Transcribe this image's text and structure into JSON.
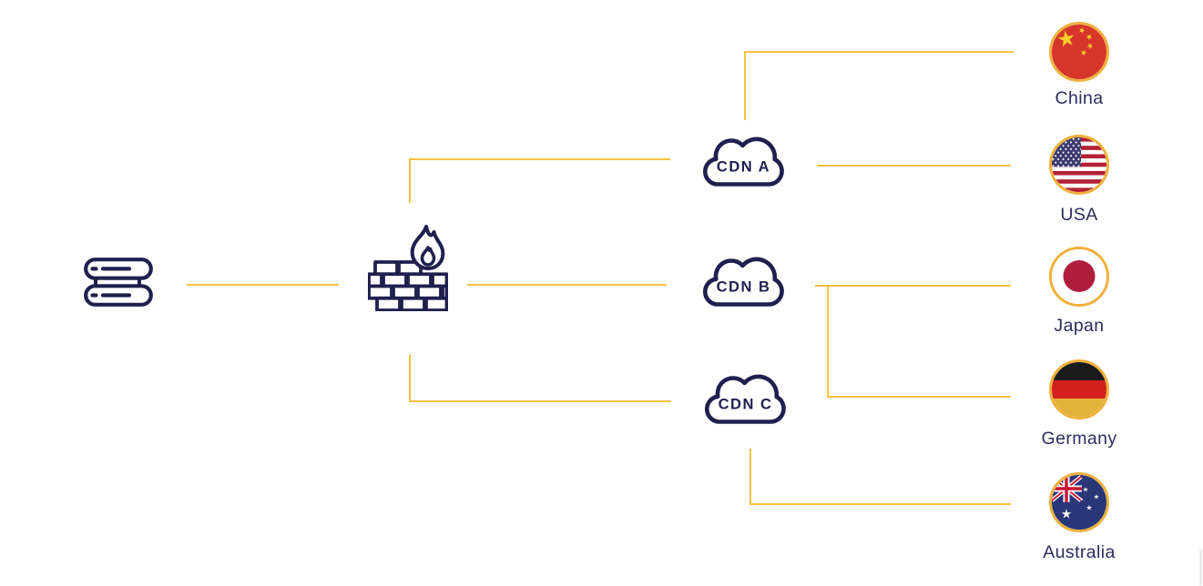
{
  "diagram": {
    "description": "CDN architecture diagram: origin server behind a firewall distributing through three CDNs to five countries",
    "colors": {
      "navy": "#20204F",
      "connector": "#F9C241",
      "flag_ring": "#EFB13D",
      "label_text": "#2D2D5E",
      "china_red": "#D6362A",
      "star_yellow": "#F9CF2C",
      "usa_red": "#B22234",
      "usa_blue": "#3A3A6E",
      "japan_red": "#B01E3E",
      "germany_black": "#1A1A1A",
      "germany_red": "#D2201D",
      "germany_gold": "#E2B23A",
      "australia_blue": "#293678",
      "uj_red": "#C8102E"
    },
    "nodes": {
      "server": {
        "icon": "server-icon"
      },
      "firewall": {
        "icon": "firewall-icon"
      },
      "cdns": [
        {
          "label": "CDN A",
          "icon": "cloud-icon"
        },
        {
          "label": "CDN B",
          "icon": "cloud-icon"
        },
        {
          "label": "CDN C",
          "icon": "cloud-icon"
        }
      ],
      "countries": [
        {
          "label": "China",
          "icon": "china-flag-icon"
        },
        {
          "label": "USA",
          "icon": "usa-flag-icon"
        },
        {
          "label": "Japan",
          "icon": "japan-flag-icon"
        },
        {
          "label": "Germany",
          "icon": "germany-flag-icon"
        },
        {
          "label": "Australia",
          "icon": "australia-flag-icon"
        }
      ]
    },
    "edges": [
      {
        "from": "server",
        "to": "firewall"
      },
      {
        "from": "firewall",
        "to": "CDN A"
      },
      {
        "from": "firewall",
        "to": "CDN B"
      },
      {
        "from": "firewall",
        "to": "CDN C"
      },
      {
        "from": "CDN A",
        "to": "China"
      },
      {
        "from": "CDN A",
        "to": "USA"
      },
      {
        "from": "CDN B",
        "to": "Japan"
      },
      {
        "from": "CDN B",
        "to": "Germany"
      },
      {
        "from": "CDN C",
        "to": "Australia"
      }
    ]
  }
}
